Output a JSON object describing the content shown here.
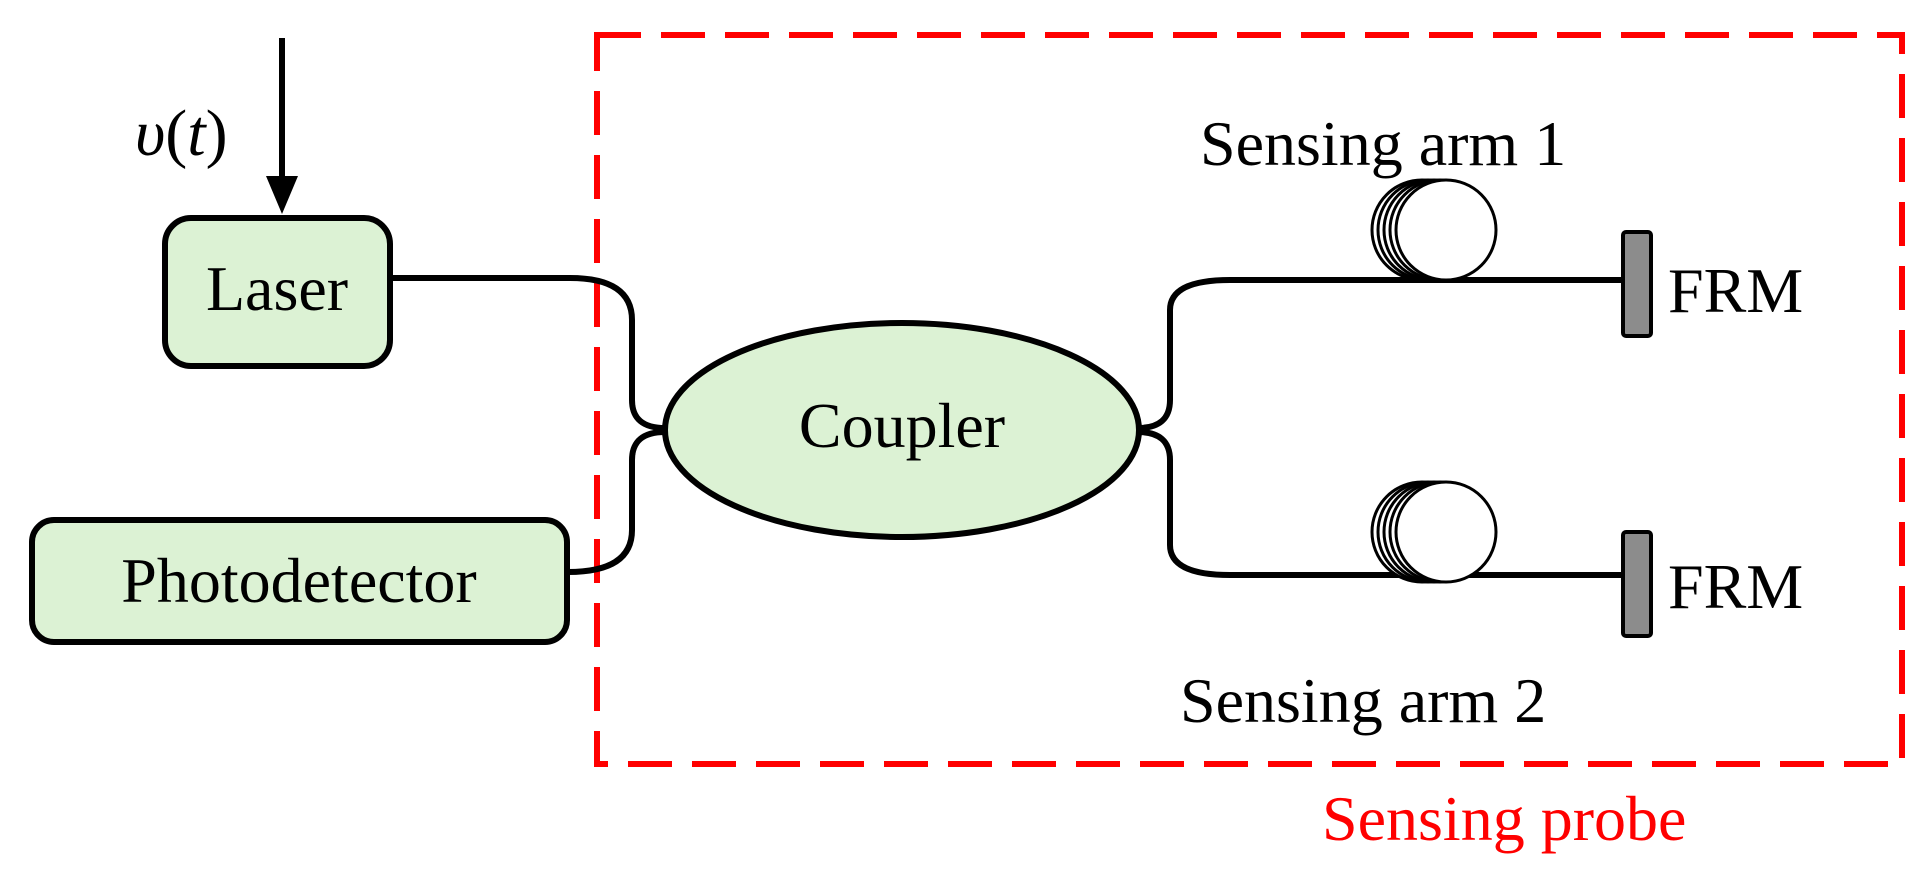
{
  "colors": {
    "box_fill": "#dcf2d4",
    "box_stroke": "#000000",
    "probe_border": "#ff0000",
    "mirror_fill": "#8c8c8c"
  },
  "input_signal": {
    "symbol": "υ",
    "open_paren": "(",
    "variable": "t",
    "close_paren": ")"
  },
  "components": {
    "laser": "Laser",
    "photodetector": "Photodetector",
    "coupler": "Coupler"
  },
  "arms": {
    "arm1_label": "Sensing arm 1",
    "arm2_label": "Sensing arm 2",
    "mirror1_label": "FRM",
    "mirror2_label": "FRM"
  },
  "probe": {
    "label": "Sensing probe"
  }
}
